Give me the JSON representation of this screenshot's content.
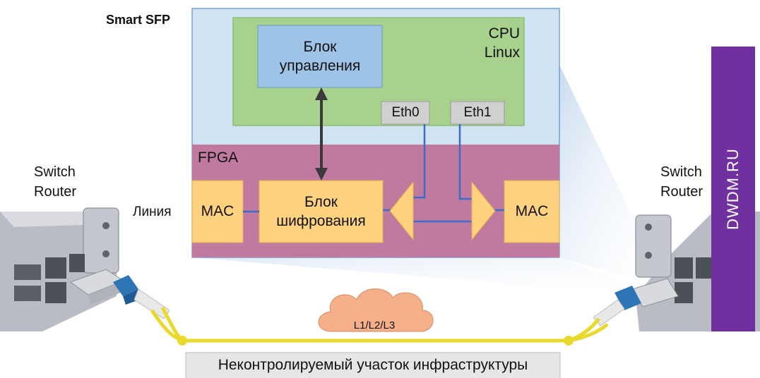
{
  "diagram": {
    "smart_sfp_title": "Smart SFP",
    "cpu": {
      "line1": "CPU",
      "line2": "Linux"
    },
    "control_block": {
      "line1": "Блок",
      "line2": "управления"
    },
    "eth0": "Eth0",
    "eth1": "Eth1",
    "fpga": "FPGA",
    "mac_left": "MAC",
    "mac_right": "MAC",
    "cipher_block": {
      "line1": "Блок",
      "line2": "шифрования"
    },
    "line_label": "Линия",
    "left_device": {
      "line1": "Switch",
      "line2": "Router"
    },
    "right_device": {
      "line1": "Switch",
      "line2": "Router"
    },
    "cloud_label": "L1/L2/L3",
    "bottom_caption": "Неконтролируемый участок инфраструктуры",
    "watermark": "DWDM.RU"
  },
  "colors": {
    "sfp_bg": "#cfe3f3",
    "cpu_green": "#a9d18e",
    "control_blue": "#9dc3e6",
    "fpga": "#c0799f",
    "orange_block": "#ffd27f",
    "eth_gray": "#d0d0d0",
    "link_blue": "#3b6cc9",
    "fiber_yellow": "#e9d92c",
    "cloud": "#f5b08a",
    "watermark_bg": "#7030a0"
  }
}
